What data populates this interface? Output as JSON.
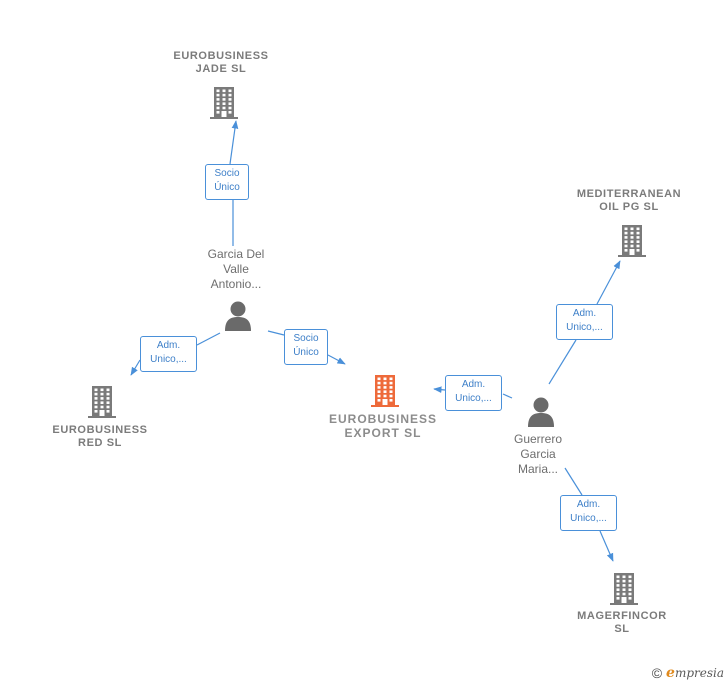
{
  "colors": {
    "edge": "#4a90d9",
    "company_node": "#7a7a7a",
    "main_node": "#ee6a3a",
    "person_node": "#6a6a6a"
  },
  "nodes": {
    "jade": {
      "label": "EUROBUSINESS\nJADE  SL",
      "icon": "building-icon"
    },
    "med": {
      "label": "MEDITERRANEAN\nOIL PG  SL",
      "icon": "building-icon"
    },
    "garcia": {
      "label": "Garcia Del\nValle\nAntonio...",
      "icon": "person-icon"
    },
    "red": {
      "label": "EUROBUSINESS\nRED  SL",
      "icon": "building-icon"
    },
    "export": {
      "label": "EUROBUSINESS\nEXPORT  SL",
      "icon": "building-icon",
      "highlighted": true
    },
    "guerrero": {
      "label": "Guerrero\nGarcia\nMaria...",
      "icon": "person-icon"
    },
    "magerfincor": {
      "label": "MAGERFINCOR\nSL",
      "icon": "building-icon"
    }
  },
  "edges": [
    {
      "from": "garcia",
      "to": "jade",
      "label": "Socio\nÚnico"
    },
    {
      "from": "garcia",
      "to": "red",
      "label": "Adm.\nUnico,..."
    },
    {
      "from": "garcia",
      "to": "export",
      "label": "Socio\nÚnico"
    },
    {
      "from": "guerrero",
      "to": "export",
      "label": "Adm.\nUnico,..."
    },
    {
      "from": "guerrero",
      "to": "med",
      "label": "Adm.\nUnico,..."
    },
    {
      "from": "guerrero",
      "to": "magerfincor",
      "label": "Adm.\nUnico,..."
    }
  ],
  "footer": {
    "copyright_symbol": "©",
    "brand_initial": "e",
    "brand_rest": "mpresia"
  }
}
